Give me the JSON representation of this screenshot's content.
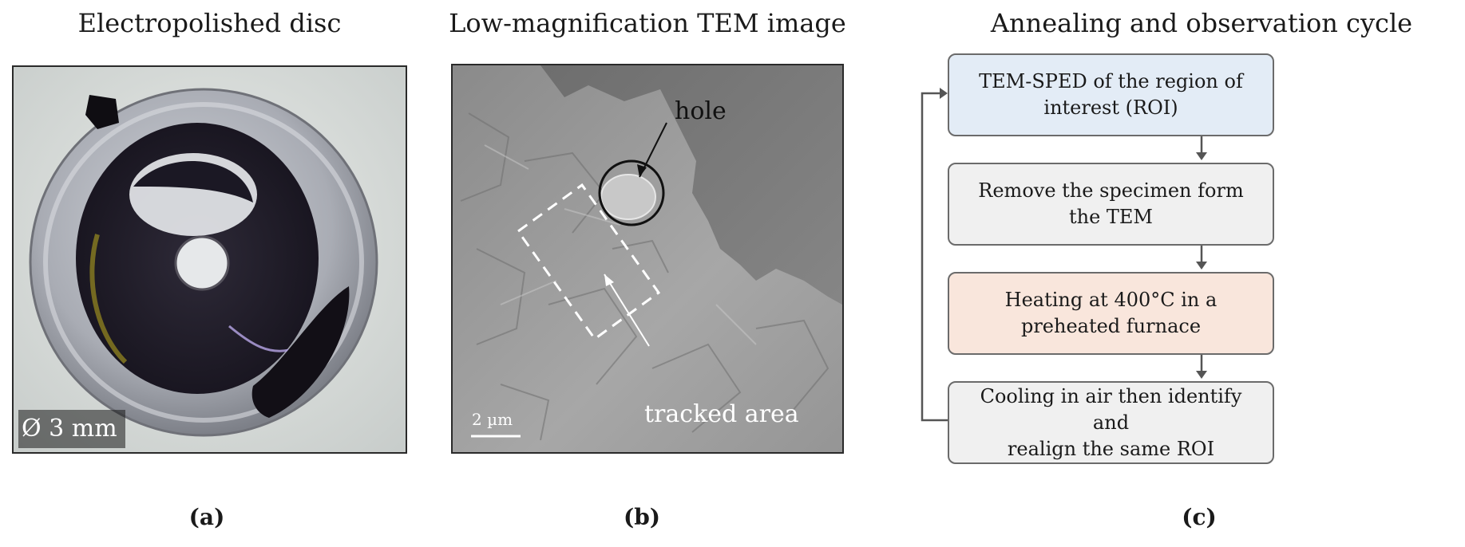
{
  "panel_a": {
    "title": "Electropolished disc",
    "scale_label": "Ø 3 mm",
    "sublabel": "(a)"
  },
  "panel_b": {
    "title": "Low-magnification TEM image",
    "hole_label": "hole",
    "tracked_label": "tracked area",
    "scale_label": "2 µm",
    "sublabel": "(b)"
  },
  "panel_c": {
    "title": "Annealing and observation cycle",
    "steps": [
      {
        "text": "TEM-SPED of the region of interest (ROI)",
        "fill": "#e3ecf6"
      },
      {
        "text": "Remove the specimen form the TEM",
        "fill": "#f0f0f0"
      },
      {
        "text": "Heating at 400°C in a preheated furnace",
        "fill": "#f9e6dc"
      },
      {
        "text": "Cooling in air then identify and\nrealign the same ROI",
        "fill": "#f0f0f0"
      }
    ],
    "sublabel": "(c)"
  }
}
